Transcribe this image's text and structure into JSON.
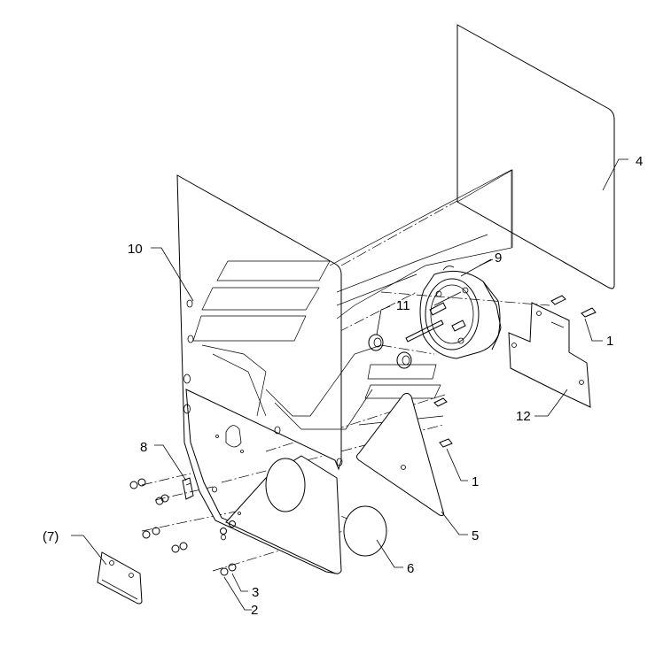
{
  "callouts": {
    "c1a": "1",
    "c1b": "1",
    "c2": "2",
    "c3": "3",
    "c4": "4",
    "c5": "5",
    "c6": "6",
    "c7": "(7)",
    "c8": "8",
    "c9": "9",
    "c10": "10",
    "c11": "11",
    "c12": "12"
  }
}
